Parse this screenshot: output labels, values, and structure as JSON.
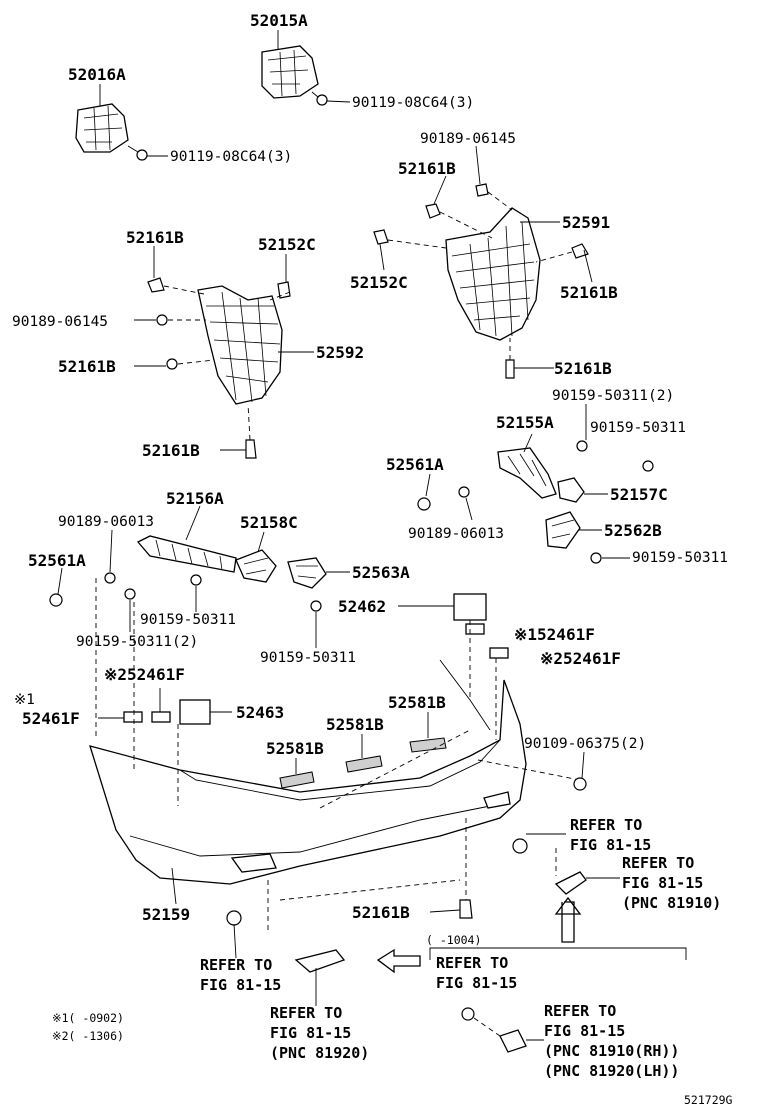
{
  "labels": {
    "p52015A": "52015A",
    "p52016A": "52016A",
    "b90119_top": "90119-08C64(3)",
    "b90119_left": "90119-08C64(3)",
    "p90189_06145_r": "90189-06145",
    "p52161B_r1": "52161B",
    "p52591": "52591",
    "p52152C_r": "52152C",
    "p52161B_r2": "52161B",
    "p52161B_r3": "52161B",
    "p52161B_l1": "52161B",
    "p52152C_l": "52152C",
    "p90189_06145_l": "90189-06145",
    "p52592": "52592",
    "p52161B_l2": "52161B",
    "p52161B_l3": "52161B",
    "p90159_2_r": "90159-50311(2)",
    "p52155A": "52155A",
    "p90159_r1": "90159-50311",
    "p52561A_r": "52561A",
    "p52157C": "52157C",
    "p90189_06013_r": "90189-06013",
    "p52562B": "52562B",
    "p90159_r2": "90159-50311",
    "p90189_06013_l": "90189-06013",
    "p52156A": "52156A",
    "p52158C": "52158C",
    "p52561A_l": "52561A",
    "p52563A": "52563A",
    "p90159_l1": "90159-50311",
    "p90159_2_l": "90159-50311(2)",
    "p90159_l2": "90159-50311",
    "p52462": "52462",
    "p52461F_r1": "※152461F",
    "p52461F_r2": "※252461F",
    "p52461F_m": "※252461F",
    "note_mark_1": "※1",
    "p52461F_l": "52461F",
    "p52463": "52463",
    "p52581B_1": "52581B",
    "p52581B_2": "52581B",
    "p52581B_3": "52581B",
    "p90109": "90109-06375(2)",
    "ref_a1": "REFER TO",
    "ref_a2": "FIG 81-15",
    "ref_b1": "REFER TO",
    "ref_b2": "FIG 81-15",
    "ref_b3": "(PNC 81910)",
    "p52159": "52159",
    "p52161B_bottom": "52161B",
    "range_1004": "(  -1004)",
    "ref_c1": "REFER TO",
    "ref_c2": "FIG 81-15",
    "ref_d1": "REFER TO",
    "ref_d2": "FIG 81-15",
    "ref_e1": "REFER TO",
    "ref_e2": "FIG 81-15",
    "ref_e3": "(PNC 81920)",
    "ref_f1": "REFER TO",
    "ref_f2": "FIG 81-15",
    "ref_f3": "(PNC 81910(RH))",
    "ref_f4": "(PNC 81920(LH))",
    "note1": "※1(   -0902)",
    "note2": "※2(   -1306)",
    "figure_id": "521729G"
  }
}
